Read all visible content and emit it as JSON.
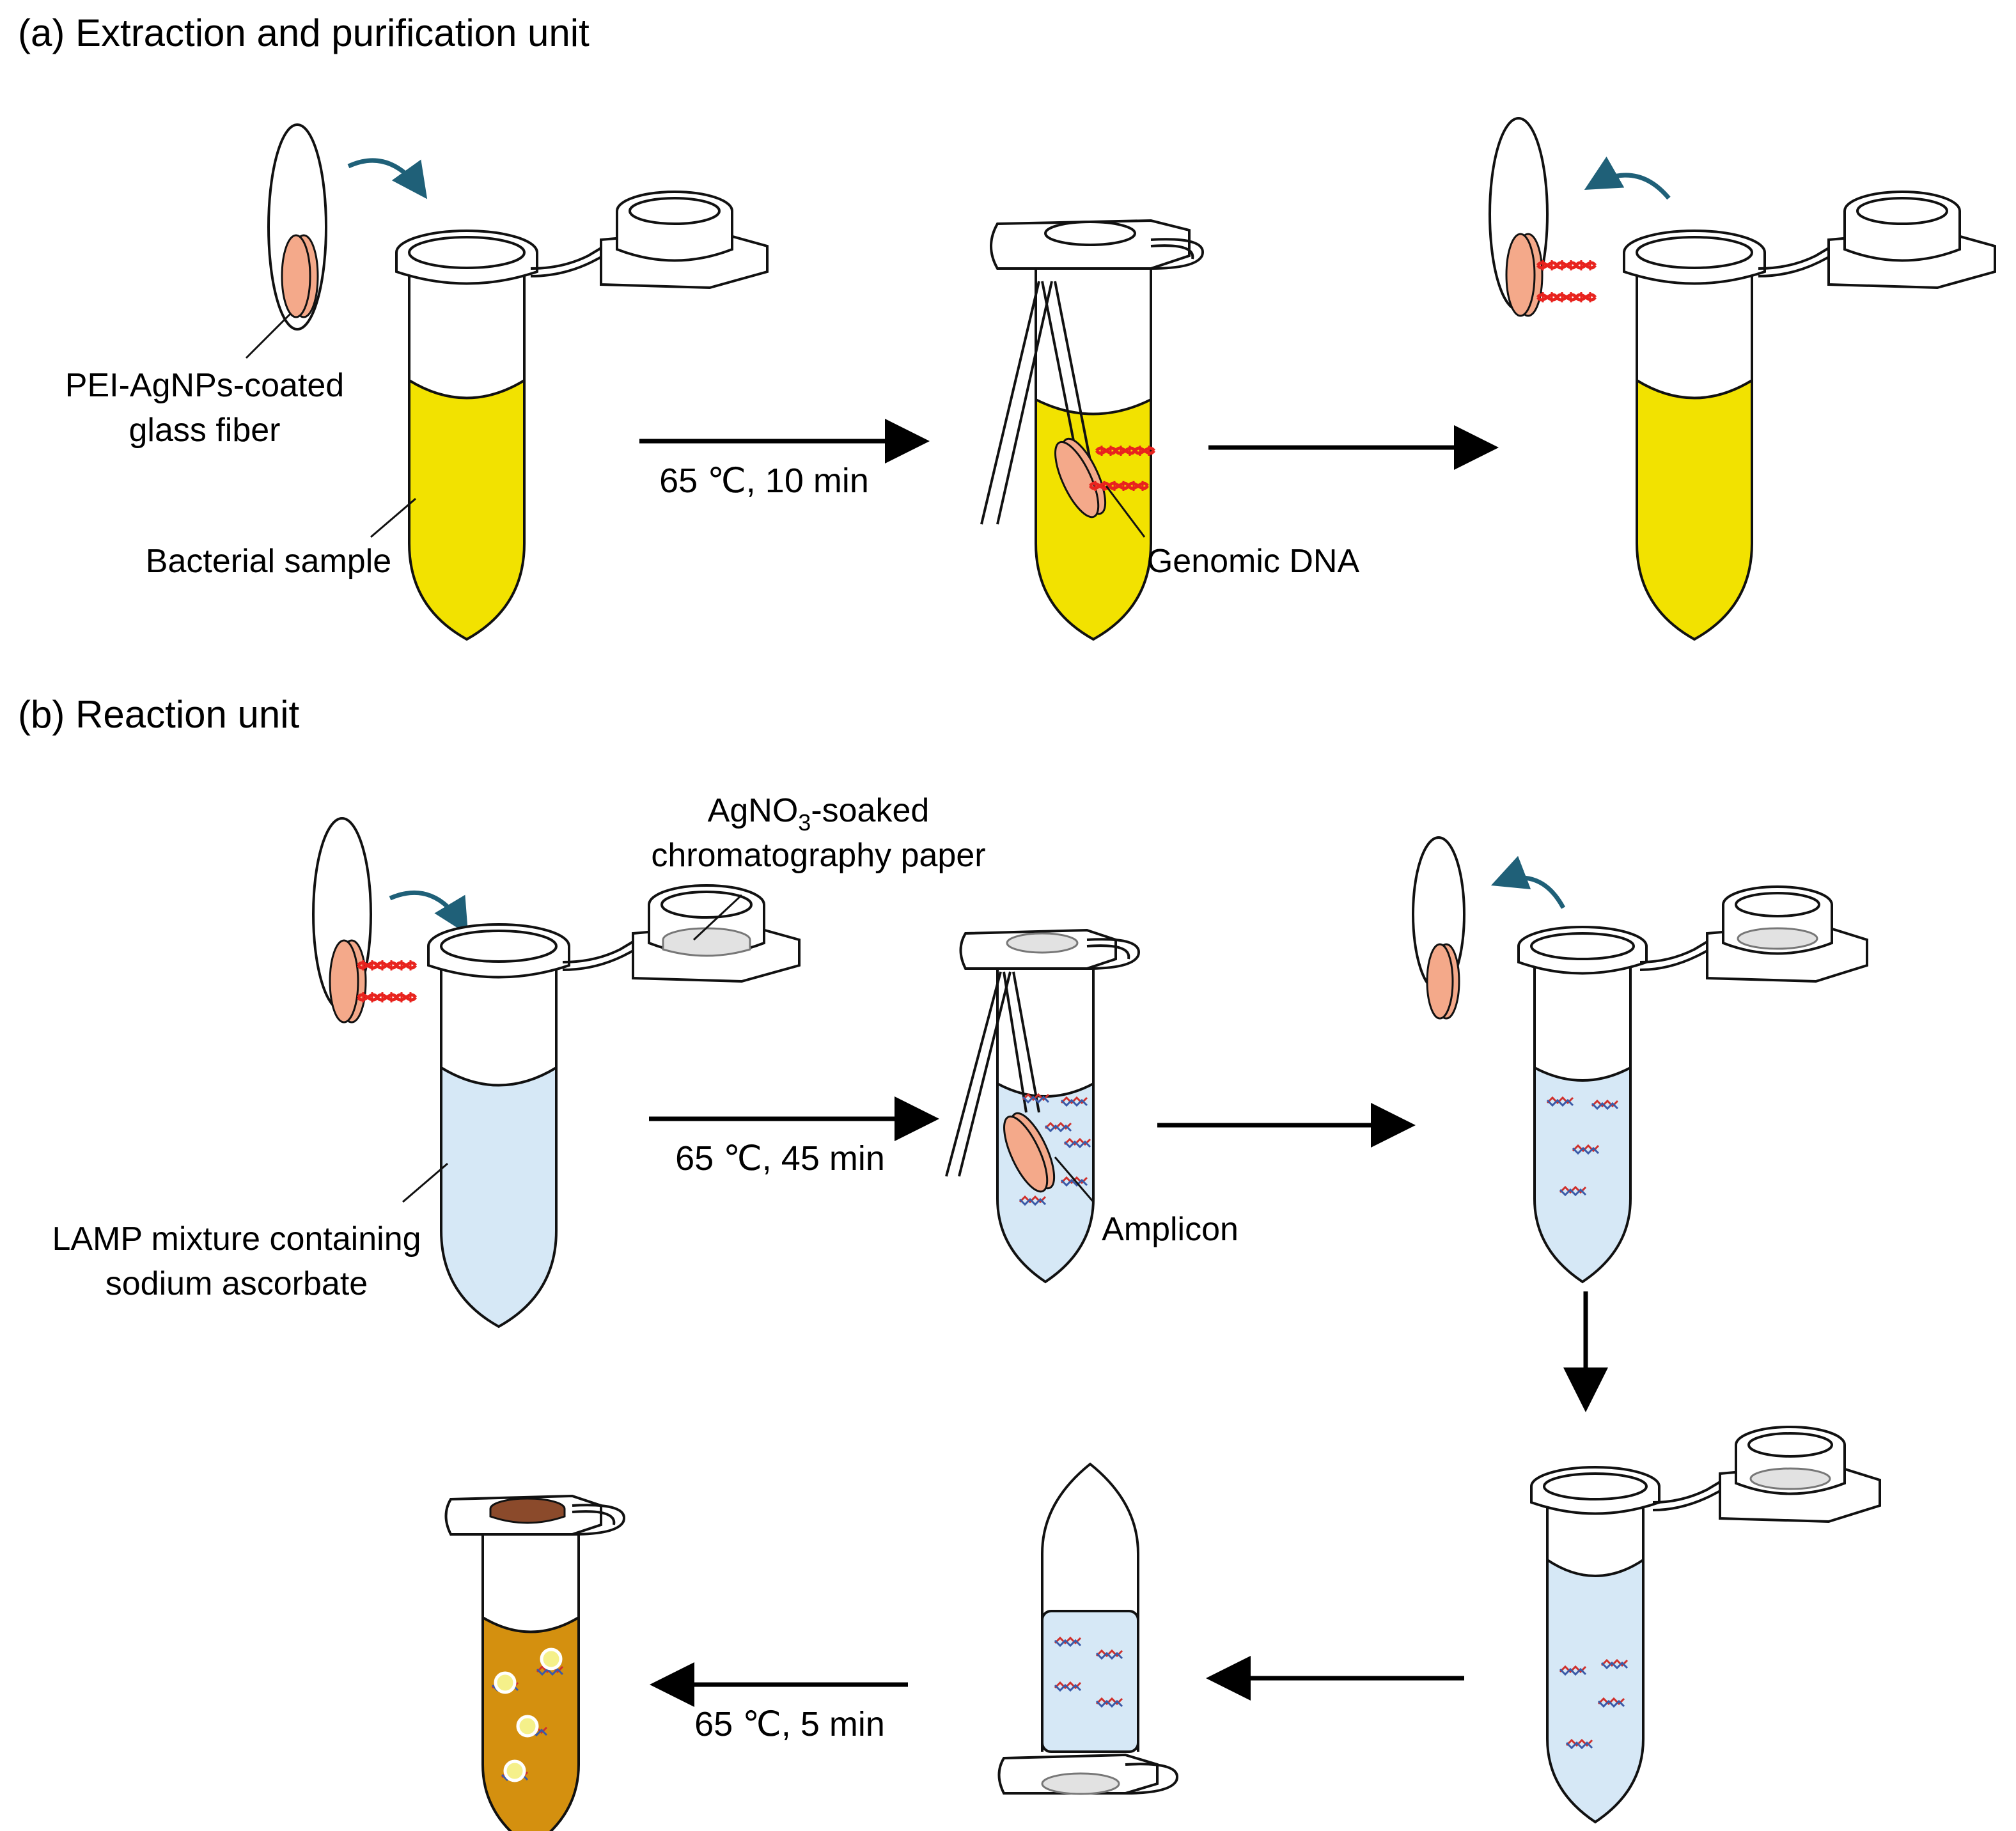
{
  "panel_a": {
    "title": "(a) Extraction and purification unit",
    "fiber_label_line1": "PEI-AgNPs-coated",
    "fiber_label_line2": "glass fiber",
    "sample_label": "Bacterial sample",
    "step1_condition": "65 ℃, 10 min",
    "dna_label": "Genomic DNA"
  },
  "panel_b": {
    "title": "(b) Reaction unit",
    "paper_label_line1": "AgNO",
    "paper_label_sub": "3",
    "paper_label_line1_rest": "-soaked",
    "paper_label_line2": "chromatography paper",
    "mixture_label_line1": "LAMP mixture containing",
    "mixture_label_line2": "sodium ascorbate",
    "step1_condition": "65 ℃, 45 min",
    "amplicon_label": "Amplicon",
    "step3_condition": "65 ℃, 5 min"
  },
  "colors": {
    "yellow_sample": "#f2e200",
    "blue_mixture": "#d6e8f6",
    "brown_result": "#d4900f",
    "fiber_disc": "#f4a98a",
    "dna": "#e8231e",
    "curved_arrow": "#1f6078",
    "brown_paper": "#8b4a2b"
  },
  "icons": [
    "curved-arrow-icon",
    "dna-helix-icon",
    "amplicon-icon",
    "silver-nanoparticle-icon"
  ]
}
